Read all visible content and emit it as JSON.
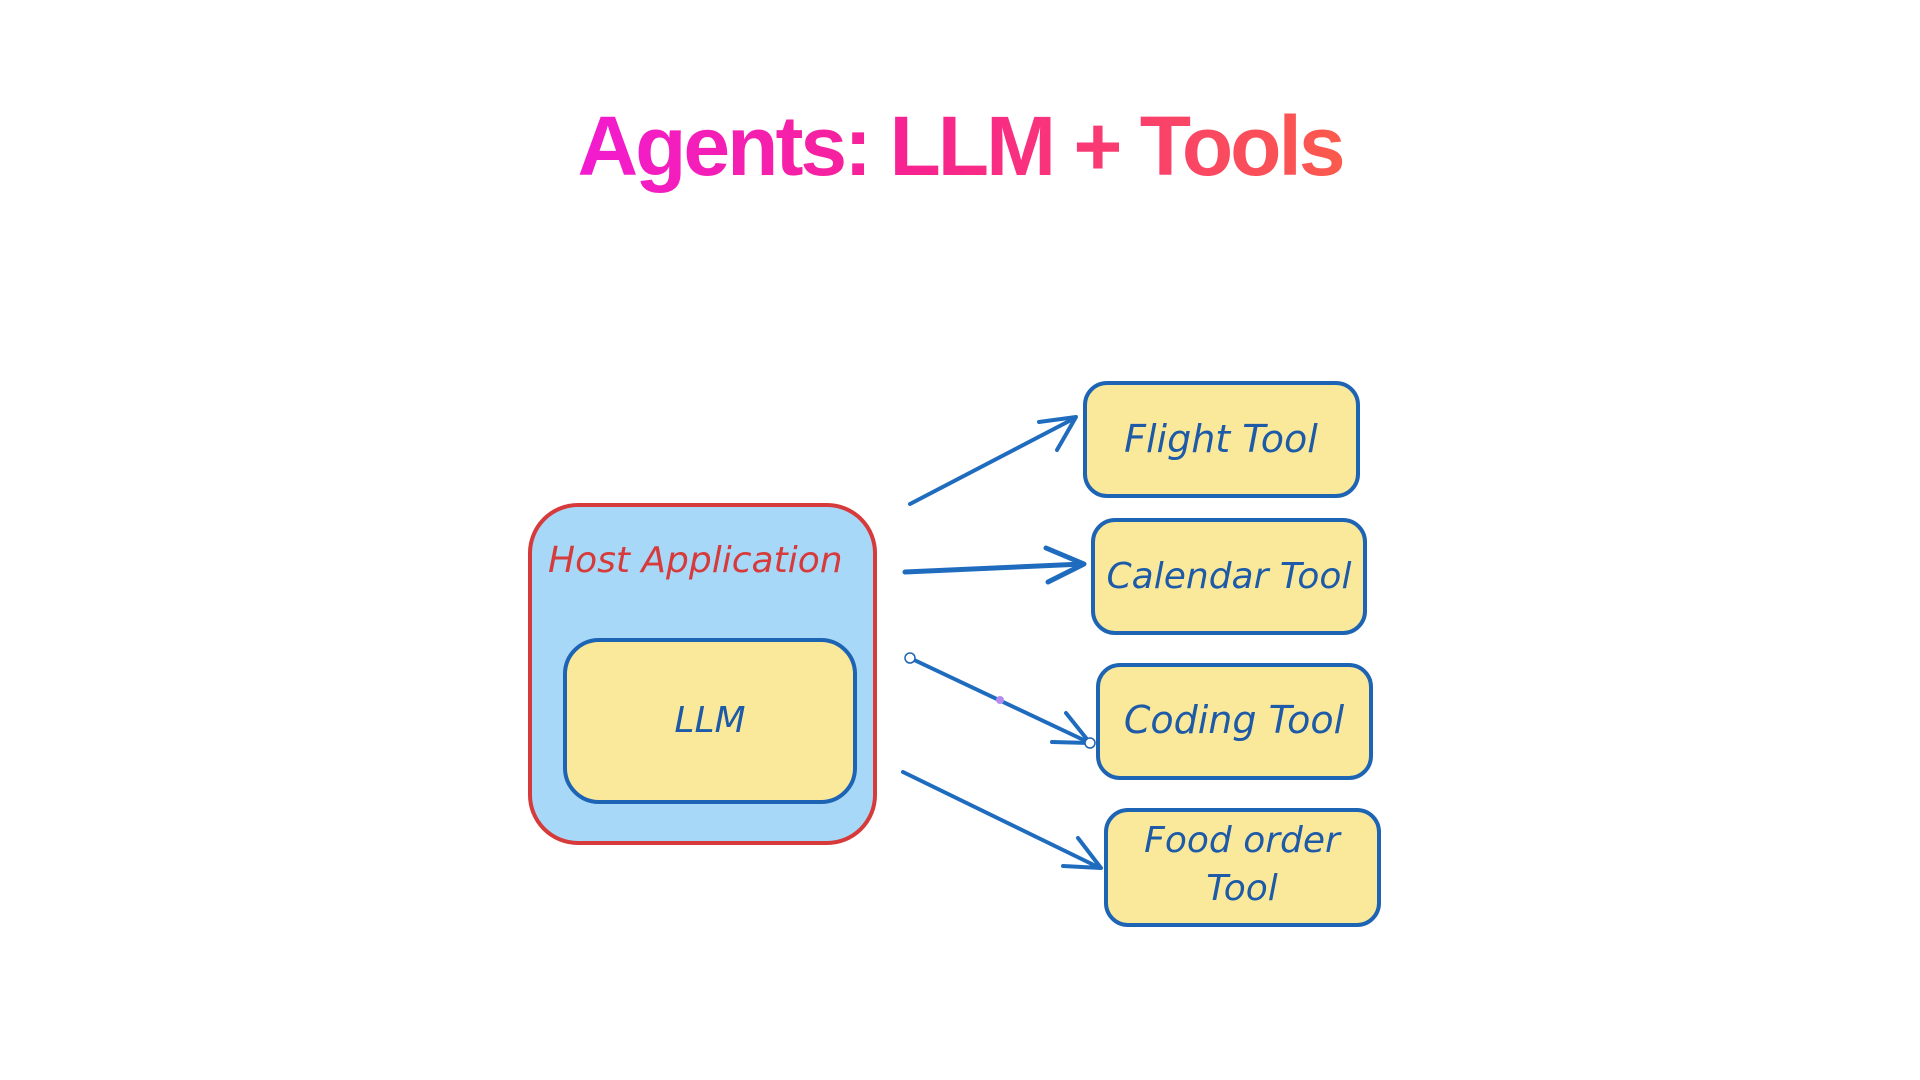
{
  "title": "Agents: LLM + Tools",
  "host": {
    "label": "Host Application",
    "fill": "#a8d8f8",
    "stroke": "#d63a3a",
    "label_color": "#d63a3a"
  },
  "llm": {
    "label": "LLM",
    "fill": "#fbe99b",
    "stroke": "#1d64b4"
  },
  "tools": [
    {
      "lines": [
        "Flight Tool"
      ]
    },
    {
      "lines": [
        "Calendar Tool"
      ]
    },
    {
      "lines": [
        "Coding Tool"
      ]
    },
    {
      "lines": [
        "Food order",
        "Tool"
      ]
    }
  ],
  "colors": {
    "tool_fill": "#fbe99b",
    "tool_stroke": "#1d64b4",
    "text_blue": "#1d5aa8",
    "arrow": "#1f6cbf"
  }
}
